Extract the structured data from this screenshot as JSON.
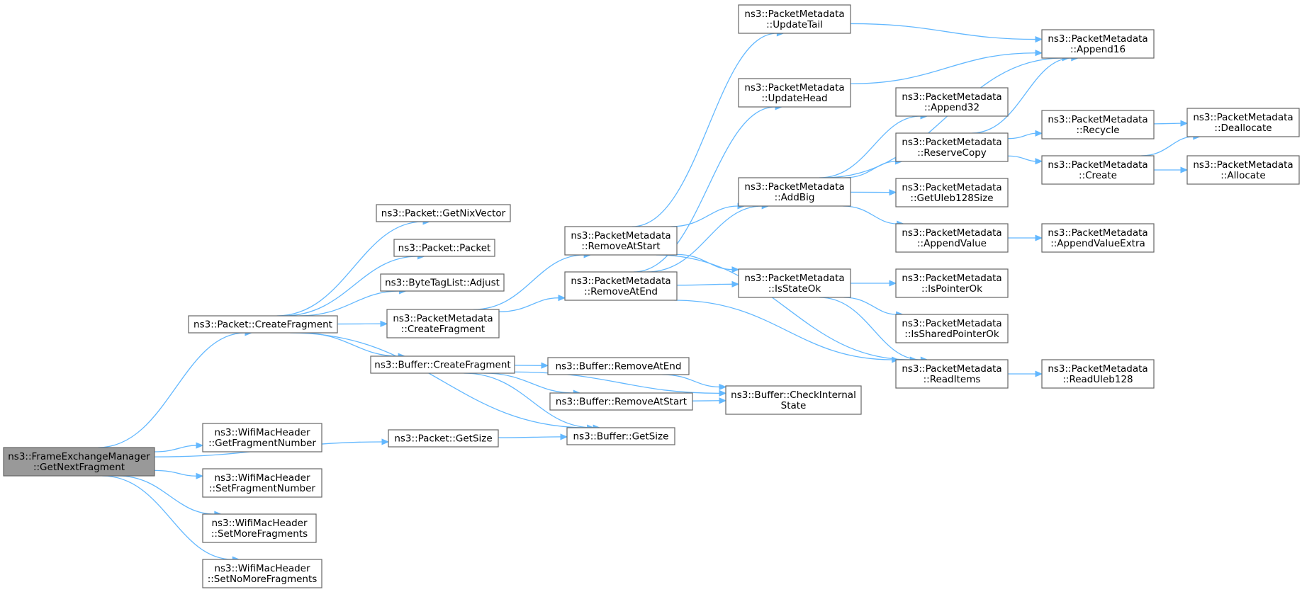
{
  "graph": {
    "edge_color": "#63b8ff",
    "root_fill": "#999999",
    "nodes": [
      {
        "id": "root",
        "lines": [
          "ns3::FrameExchangeManager",
          "::GetNextFragment"
        ],
        "root": true
      },
      {
        "id": "pkt_createfrag",
        "lines": [
          "ns3::Packet::CreateFragment"
        ]
      },
      {
        "id": "pkt_getsize",
        "lines": [
          "ns3::Packet::GetSize"
        ]
      },
      {
        "id": "wmh_getfragnum",
        "lines": [
          "ns3::WifiMacHeader",
          "::GetFragmentNumber"
        ]
      },
      {
        "id": "wmh_setfragnum",
        "lines": [
          "ns3::WifiMacHeader",
          "::SetFragmentNumber"
        ]
      },
      {
        "id": "wmh_setmore",
        "lines": [
          "ns3::WifiMacHeader",
          "::SetMoreFragments"
        ]
      },
      {
        "id": "wmh_setnomore",
        "lines": [
          "ns3::WifiMacHeader",
          "::SetNoMoreFragments"
        ]
      },
      {
        "id": "pkt_getnix",
        "lines": [
          "ns3::Packet::GetNixVector"
        ]
      },
      {
        "id": "pkt_packet",
        "lines": [
          "ns3::Packet::Packet"
        ]
      },
      {
        "id": "btl_adjust",
        "lines": [
          "ns3::ByteTagList::Adjust"
        ]
      },
      {
        "id": "pm_createfrag",
        "lines": [
          "ns3::PacketMetadata",
          "::CreateFragment"
        ]
      },
      {
        "id": "buf_createfrag",
        "lines": [
          "ns3::Buffer::CreateFragment"
        ]
      },
      {
        "id": "pm_removeatstart",
        "lines": [
          "ns3::PacketMetadata",
          "::RemoveAtStart"
        ]
      },
      {
        "id": "pm_removeatend",
        "lines": [
          "ns3::PacketMetadata",
          "::RemoveAtEnd"
        ]
      },
      {
        "id": "buf_removeatend",
        "lines": [
          "ns3::Buffer::RemoveAtEnd"
        ]
      },
      {
        "id": "buf_removeatstart",
        "lines": [
          "ns3::Buffer::RemoveAtStart"
        ]
      },
      {
        "id": "buf_getsize",
        "lines": [
          "ns3::Buffer::GetSize"
        ]
      },
      {
        "id": "buf_checkinternal",
        "lines": [
          "ns3::Buffer::CheckInternal",
          "State"
        ]
      },
      {
        "id": "pm_updatetail",
        "lines": [
          "ns3::PacketMetadata",
          "::UpdateTail"
        ]
      },
      {
        "id": "pm_updatehead",
        "lines": [
          "ns3::PacketMetadata",
          "::UpdateHead"
        ]
      },
      {
        "id": "pm_addbig",
        "lines": [
          "ns3::PacketMetadata",
          "::AddBig"
        ]
      },
      {
        "id": "pm_isstateok",
        "lines": [
          "ns3::PacketMetadata",
          "::IsStateOk"
        ]
      },
      {
        "id": "pm_append16",
        "lines": [
          "ns3::PacketMetadata",
          "::Append16"
        ]
      },
      {
        "id": "pm_append32",
        "lines": [
          "ns3::PacketMetadata",
          "::Append32"
        ]
      },
      {
        "id": "pm_reservecopy",
        "lines": [
          "ns3::PacketMetadata",
          "::ReserveCopy"
        ]
      },
      {
        "id": "pm_getuleb",
        "lines": [
          "ns3::PacketMetadata",
          "::GetUleb128Size"
        ]
      },
      {
        "id": "pm_appendvalue",
        "lines": [
          "ns3::PacketMetadata",
          "::AppendValue"
        ]
      },
      {
        "id": "pm_ispointerok",
        "lines": [
          "ns3::PacketMetadata",
          "::IsPointerOk"
        ]
      },
      {
        "id": "pm_issharedptrok",
        "lines": [
          "ns3::PacketMetadata",
          "::IsSharedPointerOk"
        ]
      },
      {
        "id": "pm_readitems",
        "lines": [
          "ns3::PacketMetadata",
          "::ReadItems"
        ]
      },
      {
        "id": "pm_recycle",
        "lines": [
          "ns3::PacketMetadata",
          "::Recycle"
        ]
      },
      {
        "id": "pm_create",
        "lines": [
          "ns3::PacketMetadata",
          "::Create"
        ]
      },
      {
        "id": "pm_appendvalueextra",
        "lines": [
          "ns3::PacketMetadata",
          "::AppendValueExtra"
        ]
      },
      {
        "id": "pm_readuleb",
        "lines": [
          "ns3::PacketMetadata",
          "::ReadUleb128"
        ]
      },
      {
        "id": "pm_deallocate",
        "lines": [
          "ns3::PacketMetadata",
          "::Deallocate"
        ]
      },
      {
        "id": "pm_allocate",
        "lines": [
          "ns3::PacketMetadata",
          "::Allocate"
        ]
      }
    ],
    "edges": [
      [
        "root",
        "pkt_createfrag"
      ],
      [
        "root",
        "pkt_getsize"
      ],
      [
        "root",
        "wmh_getfragnum"
      ],
      [
        "root",
        "wmh_setfragnum"
      ],
      [
        "root",
        "wmh_setmore"
      ],
      [
        "root",
        "wmh_setnomore"
      ],
      [
        "pkt_createfrag",
        "pkt_getnix"
      ],
      [
        "pkt_createfrag",
        "pkt_packet"
      ],
      [
        "pkt_createfrag",
        "btl_adjust"
      ],
      [
        "pkt_createfrag",
        "pm_createfrag"
      ],
      [
        "pkt_createfrag",
        "buf_createfrag"
      ],
      [
        "pkt_createfrag",
        "buf_getsize"
      ],
      [
        "pkt_getsize",
        "buf_getsize"
      ],
      [
        "pm_createfrag",
        "pm_removeatstart"
      ],
      [
        "pm_createfrag",
        "pm_removeatend"
      ],
      [
        "buf_createfrag",
        "buf_removeatend"
      ],
      [
        "buf_createfrag",
        "buf_removeatstart"
      ],
      [
        "buf_createfrag",
        "buf_getsize"
      ],
      [
        "buf_createfrag",
        "buf_checkinternal"
      ],
      [
        "buf_removeatend",
        "buf_checkinternal"
      ],
      [
        "buf_removeatstart",
        "buf_checkinternal"
      ],
      [
        "pm_removeatstart",
        "pm_updatetail"
      ],
      [
        "pm_removeatstart",
        "pm_addbig"
      ],
      [
        "pm_removeatstart",
        "pm_isstateok"
      ],
      [
        "pm_removeatstart",
        "pm_readitems"
      ],
      [
        "pm_removeatend",
        "pm_updatehead"
      ],
      [
        "pm_removeatend",
        "pm_addbig"
      ],
      [
        "pm_removeatend",
        "pm_isstateok"
      ],
      [
        "pm_removeatend",
        "pm_readitems"
      ],
      [
        "pm_updatetail",
        "pm_append16"
      ],
      [
        "pm_updatehead",
        "pm_append16"
      ],
      [
        "pm_addbig",
        "pm_append16"
      ],
      [
        "pm_addbig",
        "pm_append32"
      ],
      [
        "pm_addbig",
        "pm_reservecopy"
      ],
      [
        "pm_addbig",
        "pm_getuleb"
      ],
      [
        "pm_addbig",
        "pm_appendvalue"
      ],
      [
        "pm_isstateok",
        "pm_ispointerok"
      ],
      [
        "pm_isstateok",
        "pm_issharedptrok"
      ],
      [
        "pm_isstateok",
        "pm_readitems"
      ],
      [
        "pm_reservecopy",
        "pm_append16"
      ],
      [
        "pm_reservecopy",
        "pm_recycle"
      ],
      [
        "pm_reservecopy",
        "pm_create"
      ],
      [
        "pm_appendvalue",
        "pm_appendvalueextra"
      ],
      [
        "pm_readitems",
        "pm_readuleb"
      ],
      [
        "pm_recycle",
        "pm_deallocate"
      ],
      [
        "pm_create",
        "pm_deallocate"
      ],
      [
        "pm_create",
        "pm_allocate"
      ]
    ]
  }
}
